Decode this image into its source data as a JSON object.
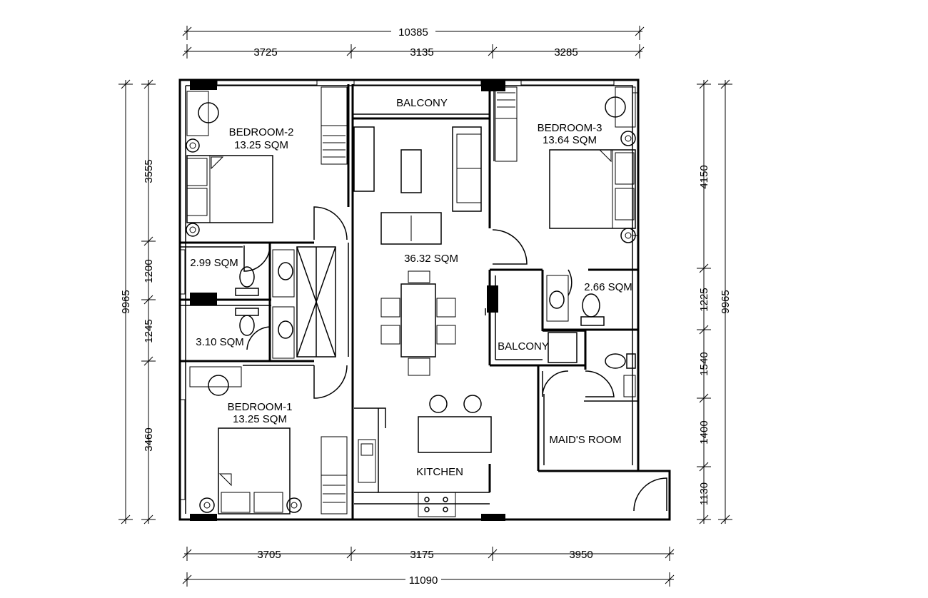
{
  "rooms": {
    "bedroom2": {
      "name": "BEDROOM-2",
      "area": "13.25 SQM"
    },
    "bedroom3": {
      "name": "BEDROOM-3",
      "area": "13.64 SQM"
    },
    "bedroom1": {
      "name": "BEDROOM-1",
      "area": "13.25 SQM"
    },
    "balcony_top": {
      "name": "BALCONY"
    },
    "balcony_right": {
      "name": "BALCONY"
    },
    "living": {
      "area": "36.32 SQM"
    },
    "kitchen": {
      "name": "KITCHEN"
    },
    "maids_room": {
      "name": "MAID'S ROOM"
    },
    "bath_a": {
      "area": "2.99 SQM"
    },
    "bath_b": {
      "area": "3.10 SQM"
    },
    "bath_c": {
      "area": "2.66 SQM"
    }
  },
  "dimensions": {
    "top_total": "10385",
    "top_segments": [
      "3725",
      "3135",
      "3285"
    ],
    "bottom_total": "11090",
    "bottom_segments": [
      "3705",
      "3175",
      "3950"
    ],
    "left_total": "9965",
    "left_segments": [
      "3555",
      "1200",
      "1245",
      "3460"
    ],
    "right_total": "9965",
    "right_segments": [
      "4150",
      "1225",
      "1540",
      "1400",
      "1130"
    ]
  }
}
